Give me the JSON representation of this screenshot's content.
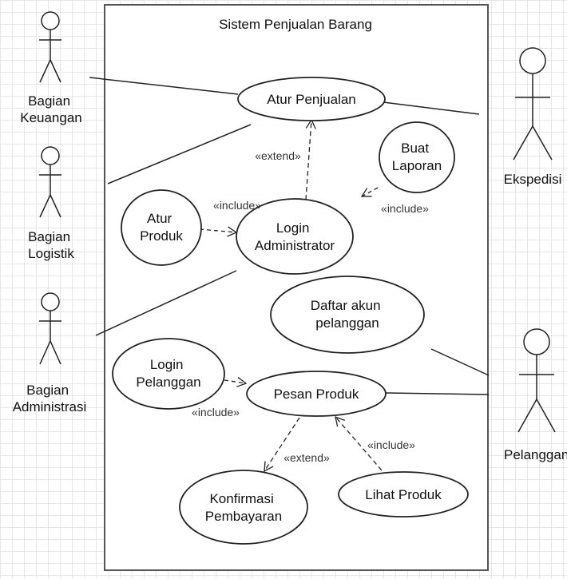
{
  "system": {
    "title": "Sistem Penjualan Barang"
  },
  "actors": {
    "keuangan": [
      "Bagian",
      "Keuangan"
    ],
    "logistik": [
      "Bagian",
      "Logistik"
    ],
    "administrasi": [
      "Bagian",
      "Administrasi"
    ],
    "ekspedisi": [
      "Ekspedisi"
    ],
    "pelanggan": [
      "Pelanggan"
    ]
  },
  "use_cases": {
    "atur_penjualan": [
      "Atur Penjualan"
    ],
    "buat_laporan": [
      "Buat",
      "Laporan"
    ],
    "atur_produk": [
      "Atur",
      "Produk"
    ],
    "login_admin": [
      "Login",
      "Administrator"
    ],
    "daftar_akun": [
      "Daftar akun",
      "pelanggan"
    ],
    "login_pelanggan": [
      "Login",
      "Pelanggan"
    ],
    "pesan_produk": [
      "Pesan Produk"
    ],
    "konfirmasi": [
      "Konfirmasi",
      "Pembayaran"
    ],
    "lihat_produk": [
      "Lihat Produk"
    ]
  },
  "relations": {
    "extend_admin_atur": "«extend»",
    "include_laporan": "«include»",
    "include_produk": "«include»",
    "include_login_pelanggan": "«include»",
    "extend_konfirmasi": "«extend»",
    "include_lihat": "«include»"
  }
}
